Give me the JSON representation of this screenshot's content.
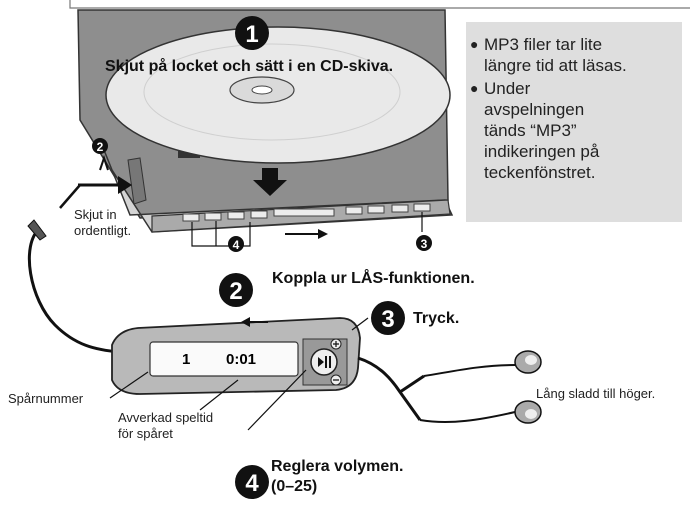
{
  "steps": {
    "s1": {
      "number": "1",
      "text": "Skjut på locket och sätt i en CD-skiva."
    },
    "s2": {
      "number": "2",
      "text": "Koppla ur LÅS-funktionen."
    },
    "s3": {
      "number": "3",
      "text": "Tryck."
    },
    "s4": {
      "number": "4",
      "text": "Reglera volymen.",
      "range": "(0–25)"
    }
  },
  "callouts": {
    "small2": "2",
    "small3": "3",
    "small4": "4"
  },
  "labels": {
    "push_in_1": "Skjut in",
    "push_in_2": "ordentligt.",
    "track_number": "Spårnummer",
    "elapsed_1": "Avverkad speltid",
    "elapsed_2": "för spåret",
    "long_cord": "Lång sladd till höger."
  },
  "info": {
    "items": [
      [
        "MP3 filer tar lite",
        "längre tid att läsas."
      ],
      [
        "Under",
        "avspelningen",
        "tänds “MP3”",
        "indikeringen på",
        "teckenfönstret."
      ]
    ]
  },
  "display": {
    "track": "1",
    "time": "0:01"
  },
  "colors": {
    "box_bg": "#dedede",
    "ink": "#111111",
    "device_gray": "#b9b9b9"
  }
}
